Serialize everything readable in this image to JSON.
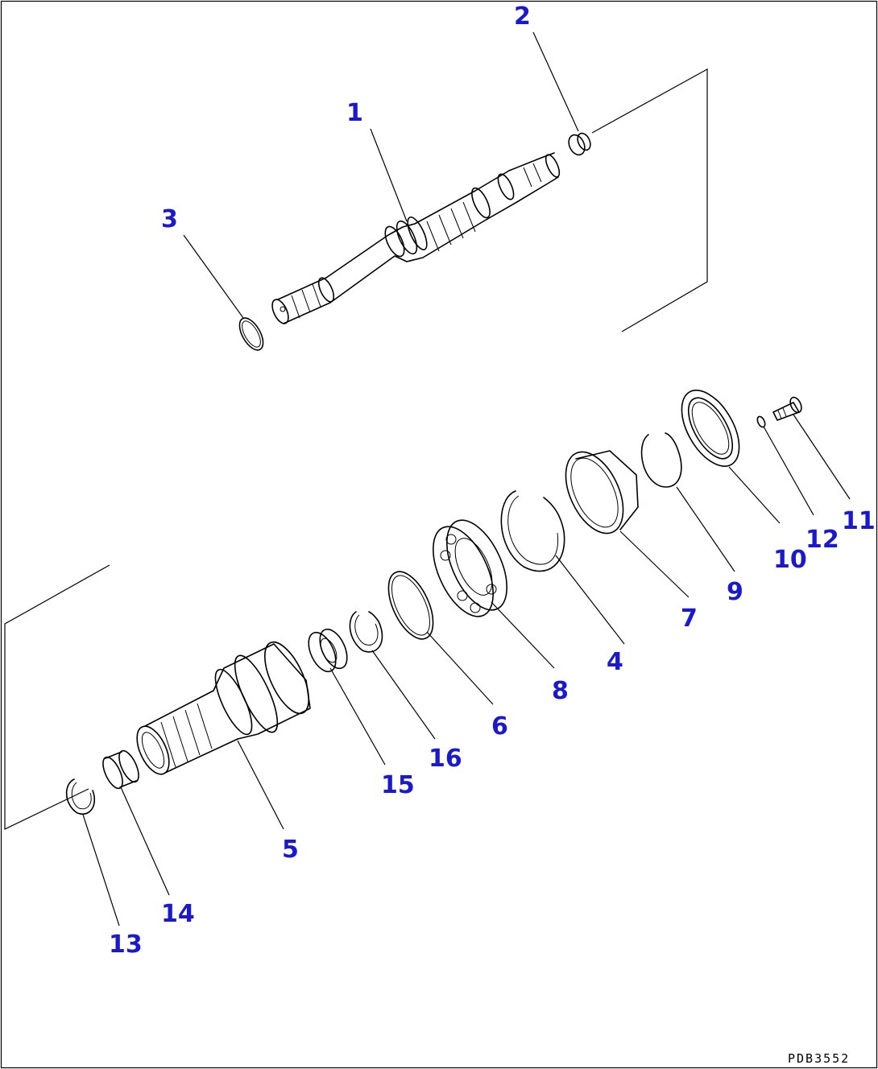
{
  "drawing_code": "PDB3552",
  "callouts": [
    {
      "id": "1",
      "label": "1"
    },
    {
      "id": "2",
      "label": "2"
    },
    {
      "id": "3",
      "label": "3"
    },
    {
      "id": "4",
      "label": "4"
    },
    {
      "id": "5",
      "label": "5"
    },
    {
      "id": "6",
      "label": "6"
    },
    {
      "id": "7",
      "label": "7"
    },
    {
      "id": "8",
      "label": "8"
    },
    {
      "id": "9",
      "label": "9"
    },
    {
      "id": "10",
      "label": "10"
    },
    {
      "id": "11",
      "label": "11"
    },
    {
      "id": "12",
      "label": "12"
    },
    {
      "id": "13",
      "label": "13"
    },
    {
      "id": "14",
      "label": "14"
    },
    {
      "id": "15",
      "label": "15"
    },
    {
      "id": "16",
      "label": "16"
    }
  ],
  "colors": {
    "callout": "#1a1acc",
    "line": "#000000"
  }
}
